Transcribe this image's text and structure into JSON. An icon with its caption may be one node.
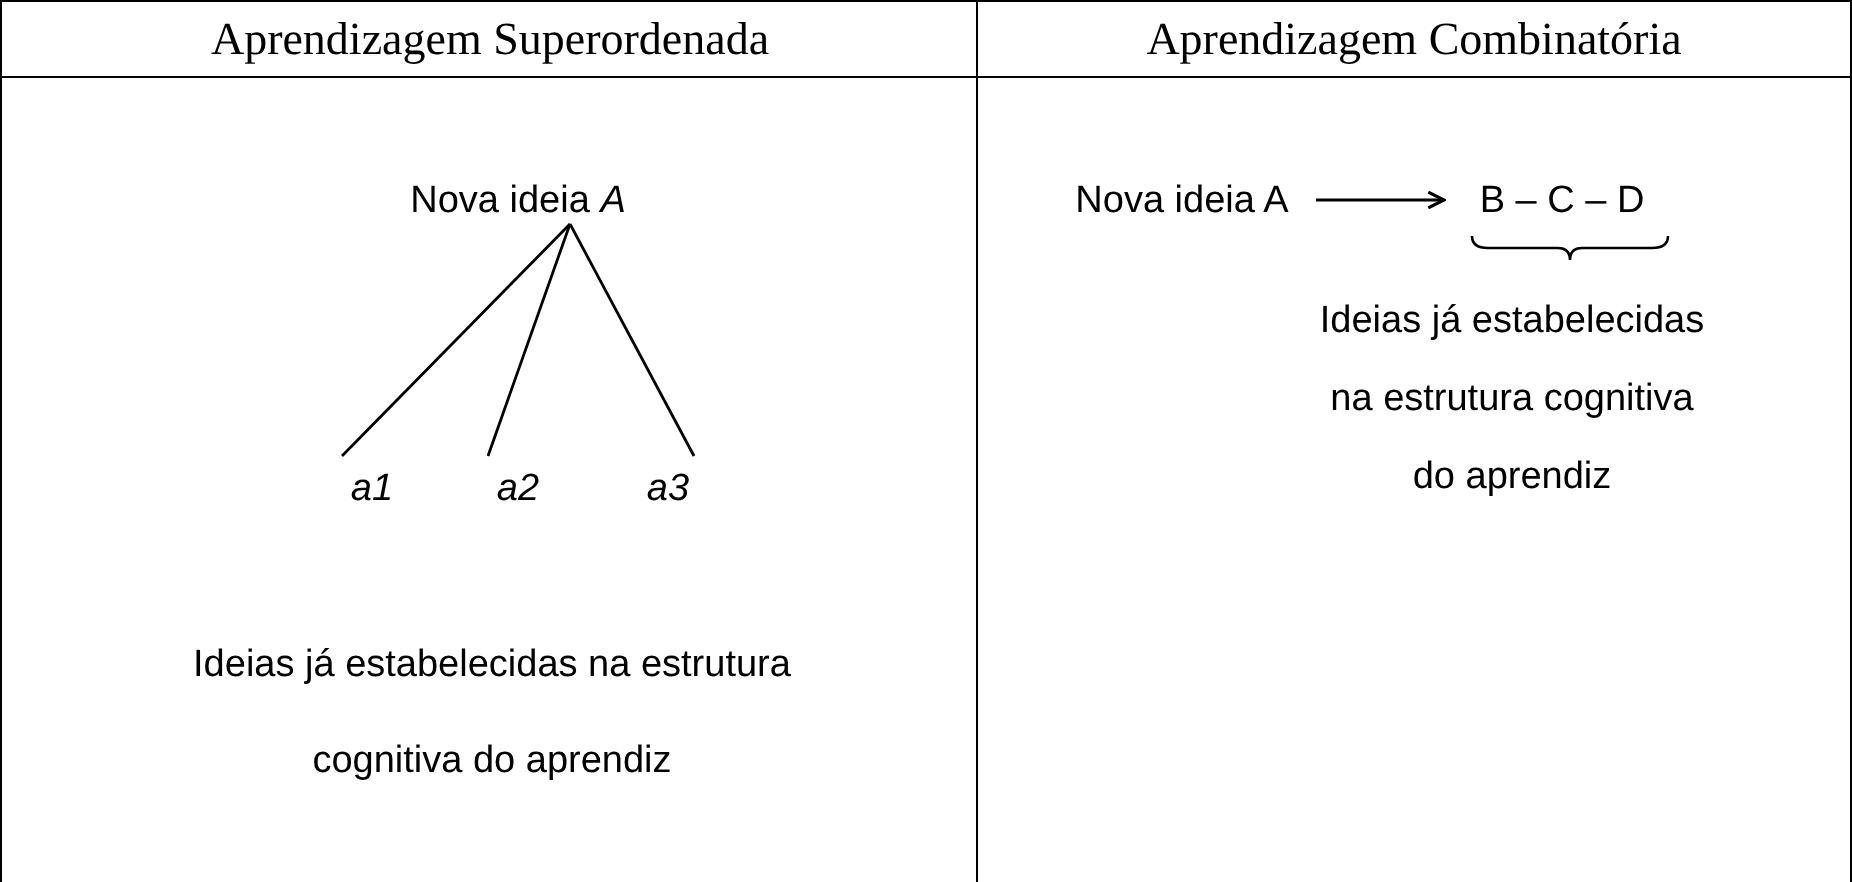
{
  "diagram": {
    "nodes": [
      {
        "text": [
          "Aprendizagem Superordenada",
          "Ideias já estabelecidas na estrutura cognitiva do aprendiz"
        ]
      },
      {
        "text": [
          "Nova ideia *A*"
        ],
        "in": 0
      },
      {
        "text": [
          "a1"
        ],
        "in": 0
      },
      {
        "text": [
          "a2"
        ],
        "in": 0
      },
      {
        "text": [
          "a3"
        ],
        "in": 0
      },
      {
        "text": [
          "Aprendizagem Combinatória",
          "Ideias já estabelecidas na estrutura cognitiva do aprendiz"
        ]
      },
      {
        "text": [
          "Nova ideia A"
        ],
        "in": 5
      },
      {
        "text": [
          "B – C – D"
        ],
        "in": 5
      }
    ],
    "edges": [
      {
        "from": 1,
        "to": 2,
        "arrow": "none"
      },
      {
        "from": 1,
        "to": 3,
        "arrow": "none"
      },
      {
        "from": 1,
        "to": 4,
        "arrow": "none"
      },
      {
        "from": 6,
        "to": 7,
        "arrow": "to"
      }
    ]
  }
}
